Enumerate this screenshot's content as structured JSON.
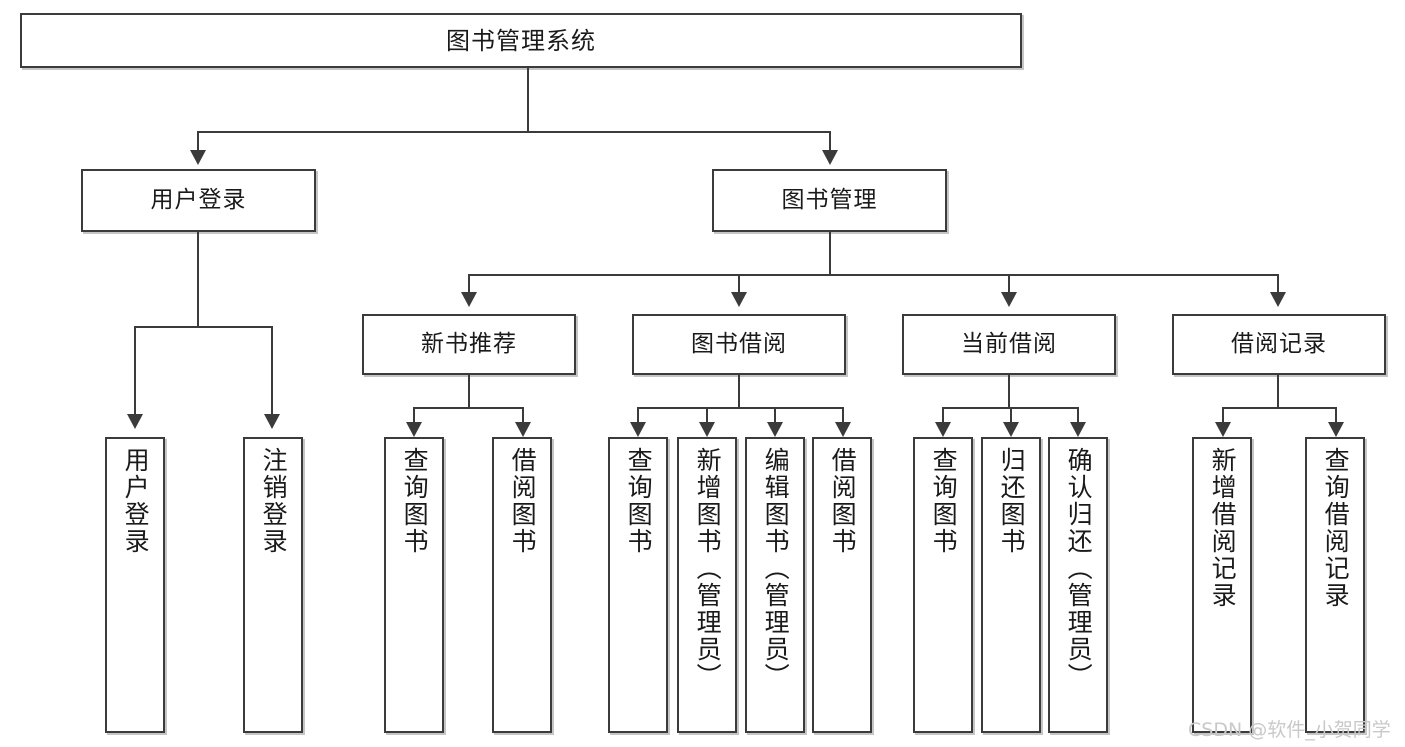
{
  "diagram": {
    "title": "图书管理系统",
    "watermark": "CSDN @软件_小贺同学",
    "colors": {
      "box_border": "#3b3b3b",
      "box_fill": "#ffffff",
      "connector": "#3b3b3b",
      "text": "#1a1a1a",
      "watermark": "#c9c9c9",
      "background": "#ffffff"
    },
    "levels": {
      "root": {
        "label": "图书管理系统"
      },
      "level1": [
        {
          "label": "用户登录"
        },
        {
          "label": "图书管理"
        }
      ],
      "level2": [
        {
          "label": "新书推荐"
        },
        {
          "label": "图书借阅"
        },
        {
          "label": "当前借阅"
        },
        {
          "label": "借阅记录"
        }
      ],
      "leaves_user_login": [
        {
          "label": "用户登录"
        },
        {
          "label": "注销登录"
        }
      ],
      "leaves_new_book": [
        {
          "label": "查询图书"
        },
        {
          "label": "借阅图书"
        }
      ],
      "leaves_borrow": [
        {
          "label": "查询图书"
        },
        {
          "label": "新增图书（管理员）"
        },
        {
          "label": "编辑图书（管理员）"
        },
        {
          "label": "借阅图书"
        }
      ],
      "leaves_current": [
        {
          "label": "查询图书"
        },
        {
          "label": "归还图书"
        },
        {
          "label": "确认归还（管理员）"
        }
      ],
      "leaves_records": [
        {
          "label": "新增借阅记录"
        },
        {
          "label": "查询借阅记录"
        }
      ]
    }
  }
}
